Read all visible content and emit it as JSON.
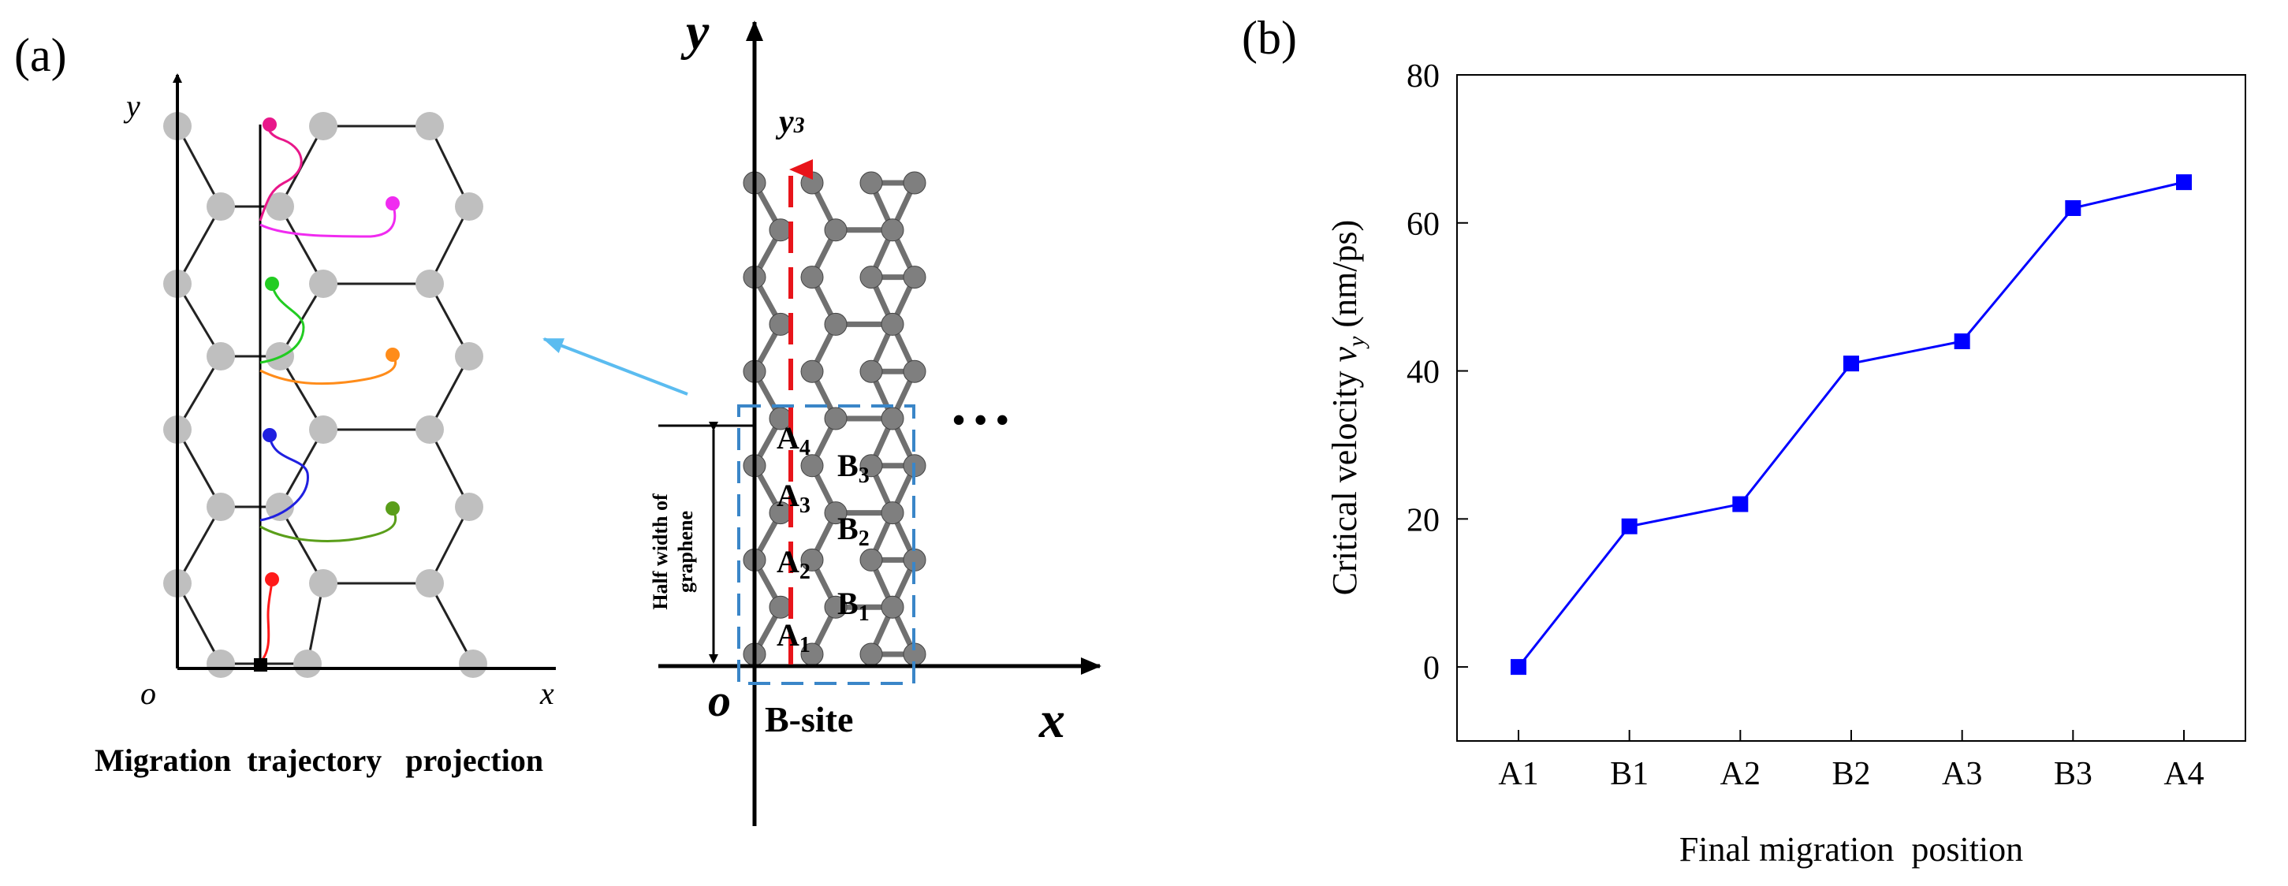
{
  "panel_a": {
    "label": "(a)",
    "trajectory": {
      "y_axis_label": "y",
      "x_axis_label": "x",
      "origin_label": "o",
      "caption": "Migration  trajectory   projection",
      "trajectory_colors": [
        "#e8178a",
        "#f02bf0",
        "#22cc22",
        "#ff8c1a",
        "#2020e0",
        "#5a9e1a",
        "#ff1a1a"
      ],
      "atom_color": "#bfbfbf",
      "arrow_color": "#5bbcf0"
    },
    "graphene": {
      "y_axis_label": "y",
      "y3_label": "y",
      "y3_sub": "3",
      "x_axis_label": "x",
      "origin_label": "o",
      "side_label_line1": "Half width of",
      "side_label_line2": "graphene",
      "bsite_label": "B-site",
      "ellipsis": "• • •",
      "site_labels": [
        {
          "base": "A",
          "sub": "4"
        },
        {
          "base": "A",
          "sub": "3"
        },
        {
          "base": "A",
          "sub": "2"
        },
        {
          "base": "A",
          "sub": "1"
        },
        {
          "base": "B",
          "sub": "3"
        },
        {
          "base": "B",
          "sub": "2"
        },
        {
          "base": "B",
          "sub": "1"
        }
      ],
      "atom_color": "#7f7f7f",
      "dash_box_color": "#3a86c8",
      "red_arrow_color": "#e8141a"
    }
  },
  "panel_b": {
    "label": "(b)",
    "y_label_prefix": "Critical velocity ",
    "y_label_var": "v",
    "y_label_sub": "y",
    "y_label_unit": " (nm/ps)",
    "x_label": "Final migration  position"
  },
  "chart_data": {
    "type": "line",
    "categories": [
      "A1",
      "B1",
      "A2",
      "B2",
      "A3",
      "B3",
      "A4"
    ],
    "series": [
      {
        "values": [
          0,
          19,
          22,
          41,
          44,
          62,
          65.5
        ],
        "color": "#0000ff"
      }
    ],
    "xlabel": "Final migration  position",
    "ylabel": "Critical velocity v_y (nm/ps)",
    "ylim": [
      -10,
      80
    ],
    "yticks": [
      0,
      20,
      40,
      60,
      80
    ],
    "grid": false,
    "marker": "square"
  }
}
